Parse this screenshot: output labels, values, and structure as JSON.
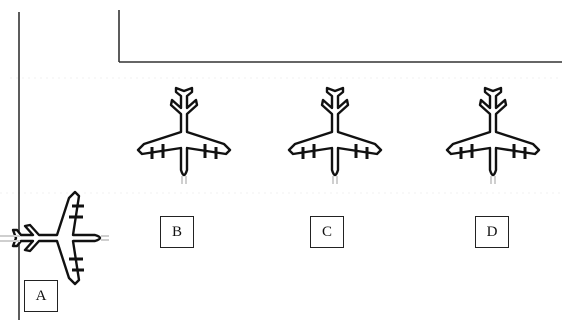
{
  "labels": {
    "a": "A",
    "b": "B",
    "c": "C",
    "d": "D"
  },
  "icons": {
    "airplane": "airplane-icon"
  },
  "colors": {
    "line": "#333333",
    "fill": "#ffffff"
  }
}
